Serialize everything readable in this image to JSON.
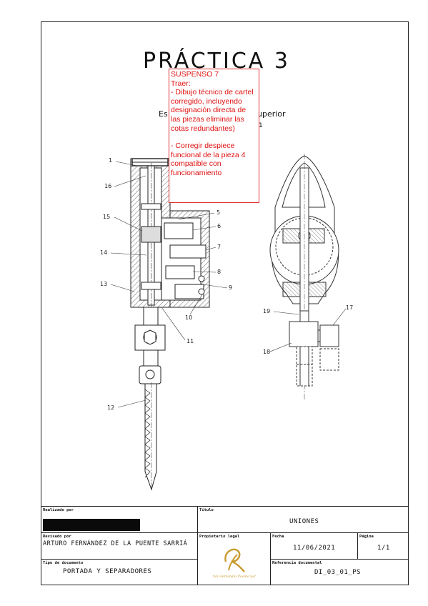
{
  "document": {
    "title": "PRÁCTICA 3",
    "subtitle_left": "Es",
    "subtitle_right": "uperior",
    "subtitle_small1": "I",
    "subtitle_small2": "1"
  },
  "note": {
    "lines": [
      "SUSPENSO 7",
      "Traer:",
      "- Dibujo técnico de cartel corregido, incluyendo designación directa de las piezas eliminar las cotas redundantes)",
      "",
      "- Corregir despiece funcional de la pieza 4 compatible con funcionamiento"
    ],
    "color": "#e01010"
  },
  "callouts": [
    "1",
    "16",
    "15",
    "14",
    "13",
    "12",
    "5",
    "6",
    "7",
    "8",
    "9",
    "10",
    "11",
    "17",
    "18",
    "19"
  ],
  "title_block": {
    "realizado_label": "Realizado por",
    "revisado_label": "Revisado por",
    "revisado_value": "ARTURO FERNÁNDEZ DE LA PUENTE SARRIÁ",
    "tipo_label": "Tipo de documento",
    "tipo_value": "PORTADA Y SEPARADORES",
    "titulo_label": "Título",
    "titulo_value": "UNIONES",
    "propietario_label": "Propietario legal",
    "fecha_label": "Fecha",
    "fecha_value": "11/06/2021",
    "pagina_label": "Página",
    "pagina_value": "1/1",
    "referencia_label": "Referencia documental",
    "referencia_value": "DI_03_01_PS",
    "logo_text": "Arturo Fernández Puente Sarriá"
  }
}
